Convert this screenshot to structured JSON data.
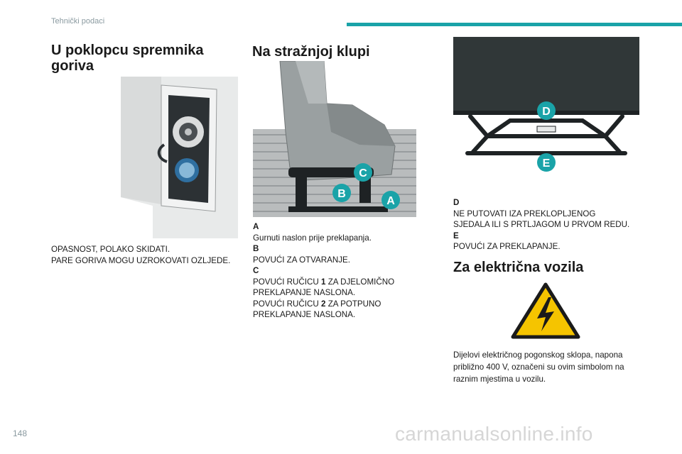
{
  "header": {
    "section": "Tehnički podaci"
  },
  "fuel_cap": {
    "title": "U poklopcu spremnika goriva",
    "warning_line1": "OPASNOST, POLAKO SKIDATI.",
    "warning_line2": "PARE GORIVA MOGU UZROKOVATI OZLJEDE."
  },
  "rear_bench": {
    "title": "Na stražnjoj klupi",
    "callouts": [
      "A",
      "B",
      "C"
    ],
    "items": [
      {
        "label": "A",
        "lines": [
          "Gurnuti naslon prije preklapanja."
        ]
      },
      {
        "label": "B",
        "lines": [
          "POVUĆI ZA OTVARANJE."
        ]
      },
      {
        "label": "C",
        "lines": [
          "POVUĆI RUČICU",
          "1",
          "ZA DJELOMIČNO",
          "PREKLAPANJE NASLONA.",
          "POVUĆI RUČICU",
          "2",
          "ZA POTPUNO",
          "PREKLAPANJE NASLONA."
        ]
      }
    ]
  },
  "seat_frame": {
    "callouts": [
      "D",
      "E"
    ],
    "items": [
      {
        "label": "D",
        "lines": [
          "NE PUTOVATI IZA PREKLOPLJENOG",
          "SJEDALA ILI S PRTLJAGOM U PRVOM REDU."
        ]
      },
      {
        "label": "E",
        "lines": [
          "POVUĆI ZA PREKLAPANJE."
        ]
      }
    ]
  },
  "electric": {
    "title": "Za električna vozila",
    "body": [
      "Dijelovi električnog pogonskog sklopa, napona",
      "približno 400 V, označeni su ovim simbolom na",
      "raznim mjestima u vozilu."
    ]
  },
  "footer": {
    "page_number": "148",
    "watermark": "carmanualsonline.info"
  },
  "colors": {
    "accent": "#1aa3a8",
    "badge": "#1aa3a8",
    "warning_yellow": "#f5c400"
  }
}
